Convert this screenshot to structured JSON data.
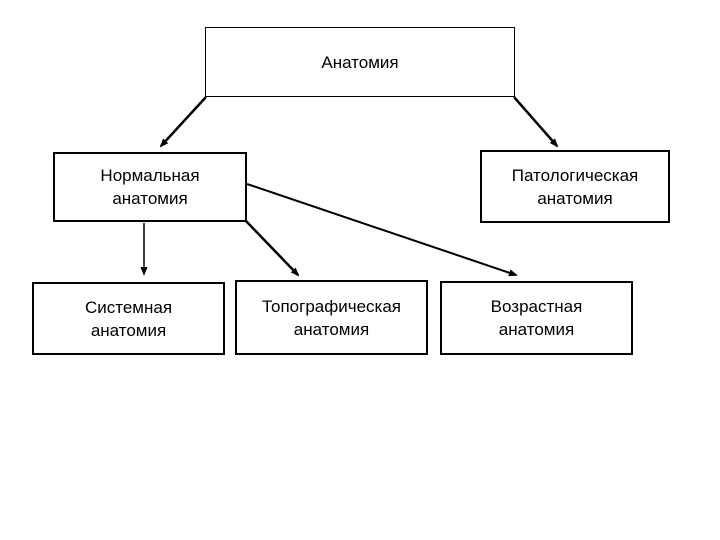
{
  "diagram": {
    "title": "Анатомия",
    "nodes": [
      {
        "id": "anatomy",
        "label": "Анатомия",
        "level": 1
      },
      {
        "id": "normal",
        "label": "Нормальная\nанатомия",
        "level": 2
      },
      {
        "id": "pathological",
        "label": "Патологическая\nанатомия",
        "level": 2
      },
      {
        "id": "systemic",
        "label": "Системная\nанатомия",
        "level": 3
      },
      {
        "id": "topographic",
        "label": "Топографическая\nанатомия",
        "level": 3
      },
      {
        "id": "age",
        "label": "Возрастная\nанатомия",
        "level": 3
      }
    ],
    "edges": [
      {
        "from": "anatomy",
        "to": "normal"
      },
      {
        "from": "anatomy",
        "to": "pathological"
      },
      {
        "from": "normal",
        "to": "systemic"
      },
      {
        "from": "normal",
        "to": "topographic"
      },
      {
        "from": "normal",
        "to": "age"
      }
    ],
    "colors": {
      "stroke": "#000000",
      "fill": "#ffffff",
      "text": "#000000",
      "background": "#ffffff"
    }
  }
}
